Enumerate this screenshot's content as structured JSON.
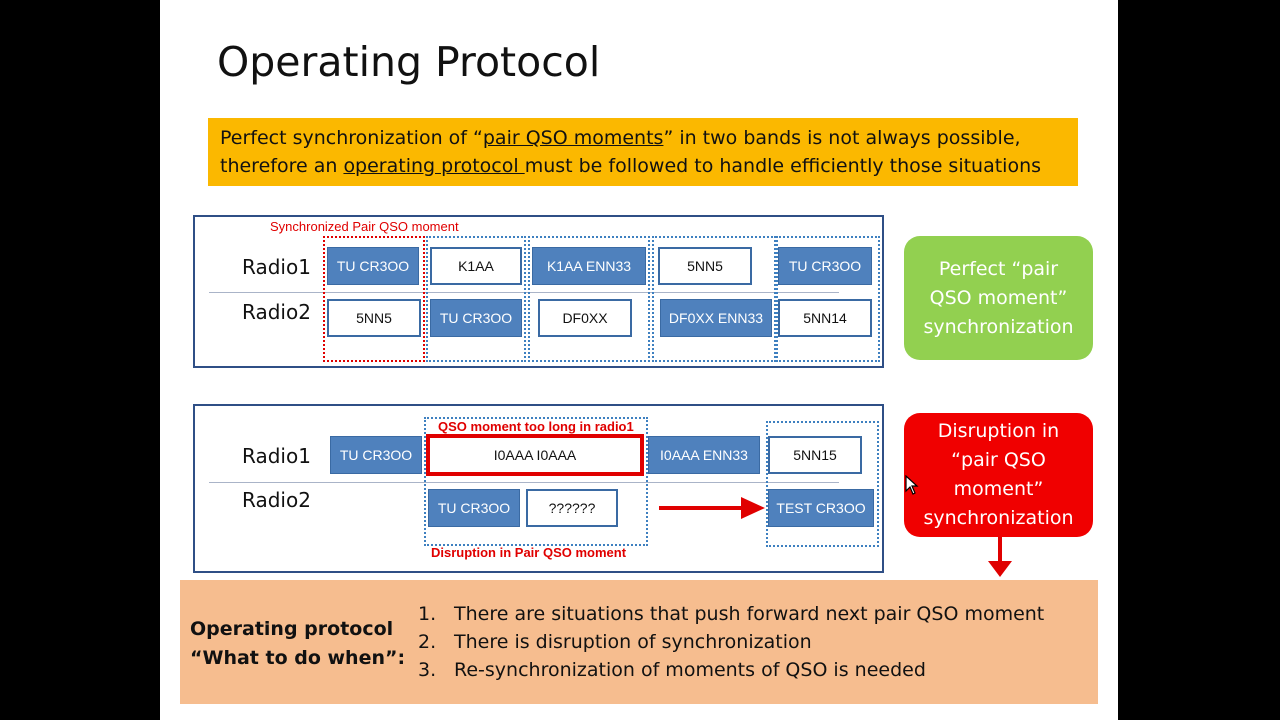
{
  "slide": {
    "title": "Operating Protocol",
    "intro": {
      "l1_a": "Perfect synchronization of “",
      "l1_u": "pair QSO moments",
      "l1_b": "” in two bands is not always possible,",
      "l2_a": "therefore an ",
      "l2_u": "operating protocol ",
      "l2_b": "must be followed to handle efficiently those situations"
    },
    "panel1": {
      "note": "Synchronized Pair QSO moment",
      "radio1_label": "Radio1",
      "radio2_label": "Radio2",
      "radio1": [
        "TU CR3OO",
        "K1AA",
        "K1AA ENN33",
        "5NN5",
        "TU CR3OO"
      ],
      "radio2": [
        "5NN5",
        "TU CR3OO",
        "DF0XX",
        "DF0XX ENN33",
        "5NN14"
      ]
    },
    "panel2": {
      "top_note": "QSO moment too long in radio1",
      "bottom_note": "Disruption in Pair QSO moment",
      "radio1_label": "Radio1",
      "radio2_label": "Radio2",
      "radio1": [
        "TU CR3OO",
        "I0AAA I0AAA",
        "I0AAA ENN33",
        "5NN15"
      ],
      "radio2": [
        "TU CR3OO",
        "??????",
        "TEST CR3OO"
      ]
    },
    "green_bubble": [
      "Perfect “pair",
      "QSO moment”",
      "synchronization"
    ],
    "red_bubble": [
      "Disruption in",
      "“pair QSO",
      "moment”",
      "synchronization"
    ],
    "colors": {
      "orange": "#fbb800",
      "green": "#92d050",
      "red": "#f00000",
      "blue": "#4f81bd",
      "peach": "#f6bd8f"
    },
    "protocol": {
      "label_1": "Operating protocol",
      "label_2": "“What to do when”:",
      "items": [
        {
          "num": "1.",
          "text": "There are situations that push forward next pair QSO moment"
        },
        {
          "num": "2.",
          "text": "There is disruption of synchronization"
        },
        {
          "num": "3.",
          "text": "Re-synchronization of moments of QSO is needed"
        }
      ]
    }
  }
}
